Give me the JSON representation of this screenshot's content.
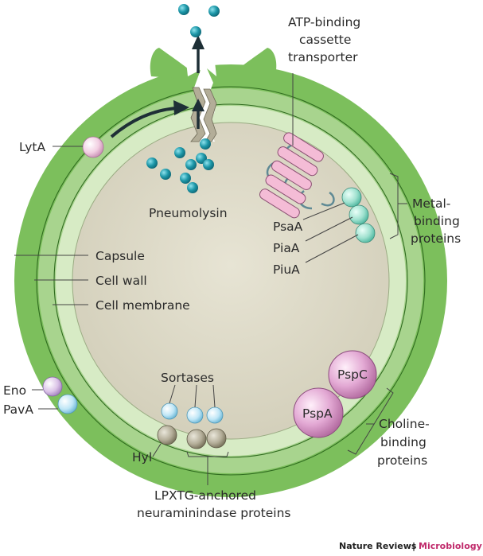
{
  "labels": {
    "atp_line1": "ATP-binding",
    "atp_line2": "cassette",
    "atp_line3": "transporter",
    "lyta": "LytA",
    "pneumolysin": "Pneumolysin",
    "metal_line1": "Metal-",
    "metal_line2": "binding",
    "metal_line3": "proteins",
    "psaa": "PsaA",
    "piaa": "PiaA",
    "piua": "PiuA",
    "capsule": "Capsule",
    "cell_wall": "Cell wall",
    "cell_membrane": "Cell membrane",
    "eno": "Eno",
    "pava": "PavA",
    "sortases": "Sortases",
    "pspc": "PspC",
    "pspa": "PspA",
    "hyl": "Hyl",
    "choline_line1": "Choline-",
    "choline_line2": "binding",
    "choline_line3": "proteins",
    "lpxtg_line1": "LPXTG-anchored",
    "lpxtg_line2": "neuraminindase proteins"
  },
  "credit": {
    "journal": "Nature Reviews",
    "separator": "|",
    "section": "Microbiology"
  },
  "colors": {
    "capsule": "#7cbf5c",
    "cell_wall": "#a8d48e",
    "cell_membrane": "#d7ebc5",
    "cytoplasm": "#ddd9c6",
    "pneumolysin": "#1d97a8",
    "lyta": "#f2cfe2",
    "transporter": "#f4bcd6",
    "metal_beads": "#9fe1cf",
    "sortase": "#bfe6f6",
    "eno": "#dcc4e8",
    "psp": "#e3a9d4",
    "lpxtg": "#b3ad98"
  }
}
